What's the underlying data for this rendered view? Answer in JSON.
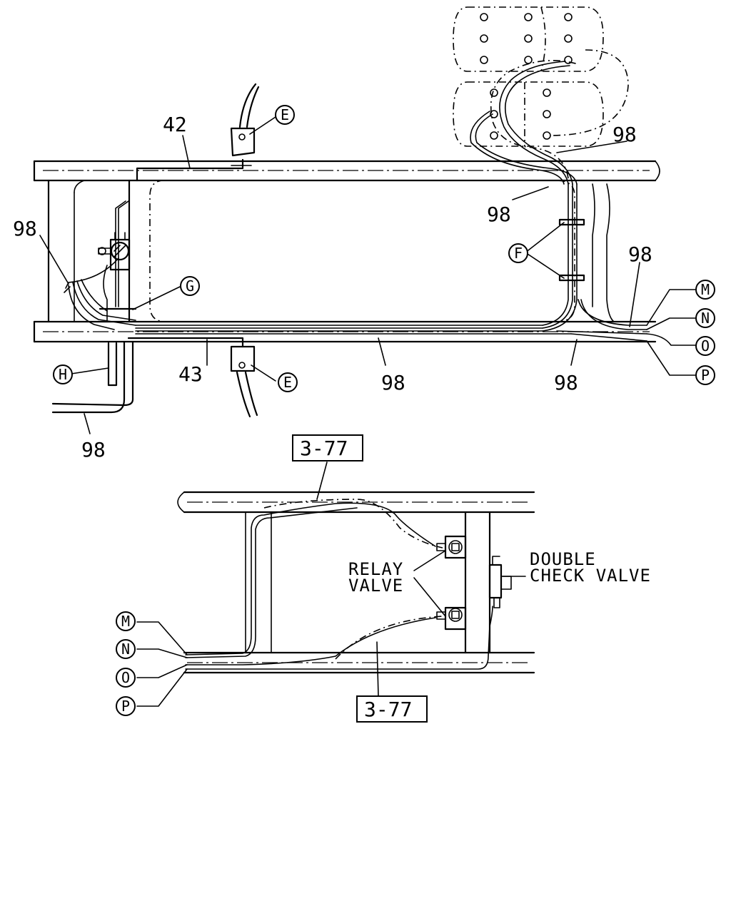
{
  "labels": {
    "n42": "42",
    "n43": "43",
    "n98": "98",
    "ref_3_77": "3-77",
    "relay_valve_line1": "RELAY",
    "relay_valve_line2": "VALVE",
    "double_check_line1": "DOUBLE",
    "double_check_line2": "CHECK VALVE"
  },
  "callouts": {
    "E": "E",
    "F": "F",
    "G": "G",
    "H": "H",
    "M": "M",
    "N": "N",
    "O": "O",
    "P": "P"
  }
}
